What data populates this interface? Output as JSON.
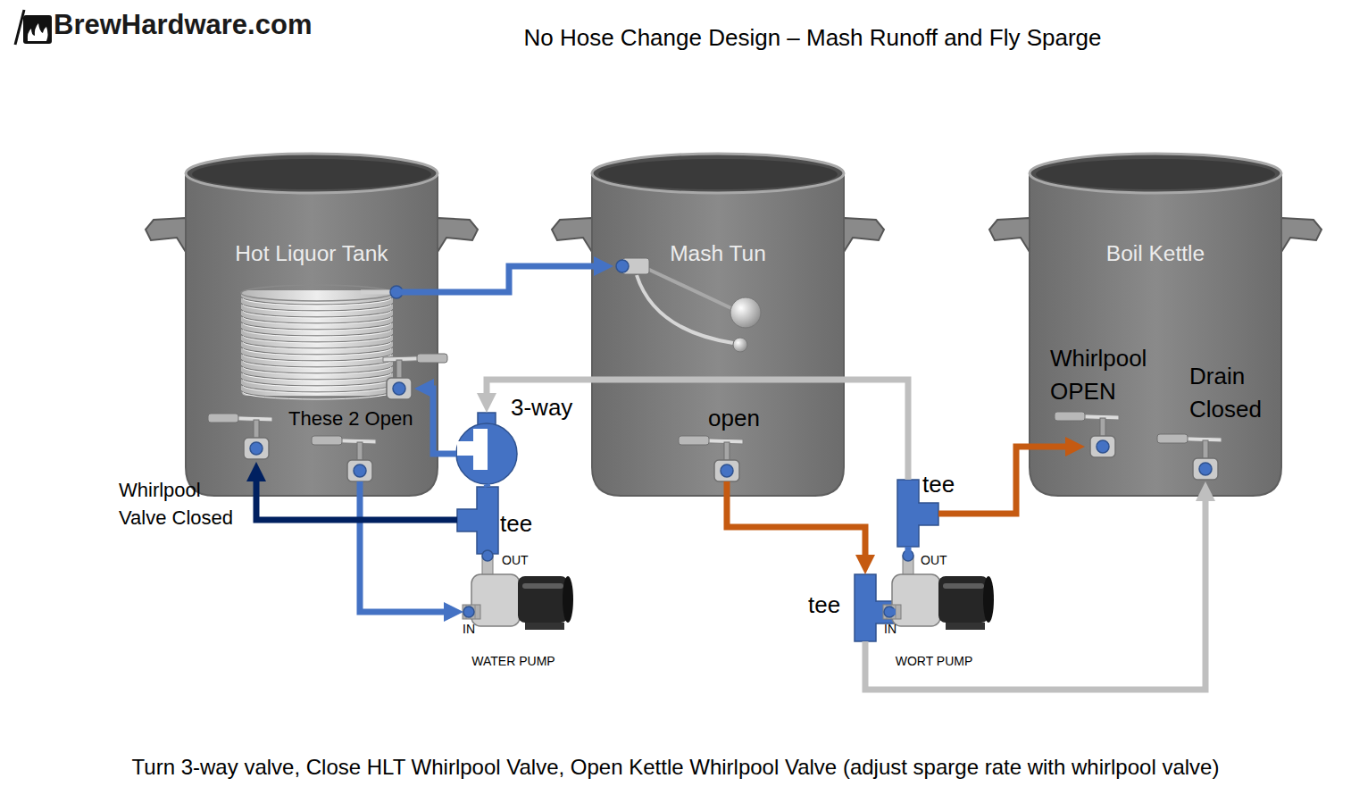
{
  "diagram": {
    "title": "No Hose Change Design – Mash Runoff and Fly Sparge",
    "caption": "Turn 3-way valve, Close HLT Whirlpool Valve, Open Kettle Whirlpool Valve (adjust sparge rate with whirlpool valve)",
    "nodes": [
      {
        "text": [
          "Hot Liquor Tank"
        ]
      },
      {
        "text": [
          "Mash Tun"
        ]
      },
      {
        "text": [
          "Boil Kettle"
        ]
      },
      {
        "text": [
          "3-way"
        ]
      },
      {
        "text": [
          "tee"
        ]
      },
      {
        "text": [
          "WATER PUMP"
        ]
      },
      {
        "text": [
          "tee"
        ]
      },
      {
        "text": [
          "WORT PUMP"
        ]
      },
      {
        "text": [
          "tee"
        ]
      }
    ],
    "edges": [
      {
        "from": 0,
        "to": 1,
        "arrow": "to"
      },
      {
        "from": 0,
        "to": 5,
        "arrow": "to"
      },
      {
        "from": 5,
        "to": 4,
        "arrow": "none"
      },
      {
        "from": 4,
        "to": 3,
        "arrow": "none"
      },
      {
        "from": 3,
        "to": 0,
        "arrow": "to"
      },
      {
        "from": 4,
        "to": 0,
        "arrow": "to"
      },
      {
        "from": 8,
        "to": 3,
        "arrow": "to"
      },
      {
        "from": 1,
        "to": 6,
        "arrow": "to"
      },
      {
        "from": 6,
        "to": 7,
        "arrow": "none"
      },
      {
        "from": 7,
        "to": 8,
        "arrow": "none"
      },
      {
        "from": 8,
        "to": 2,
        "arrow": "to"
      },
      {
        "from": 6,
        "to": 2,
        "arrow": "to"
      }
    ],
    "labels": [
      "BrewHardware.com",
      "These 2 Open",
      "Whirlpool Valve Closed",
      "OUT",
      "IN",
      "open",
      "OUT",
      "IN",
      "Whirlpool OPEN",
      "Drain Closed"
    ]
  }
}
